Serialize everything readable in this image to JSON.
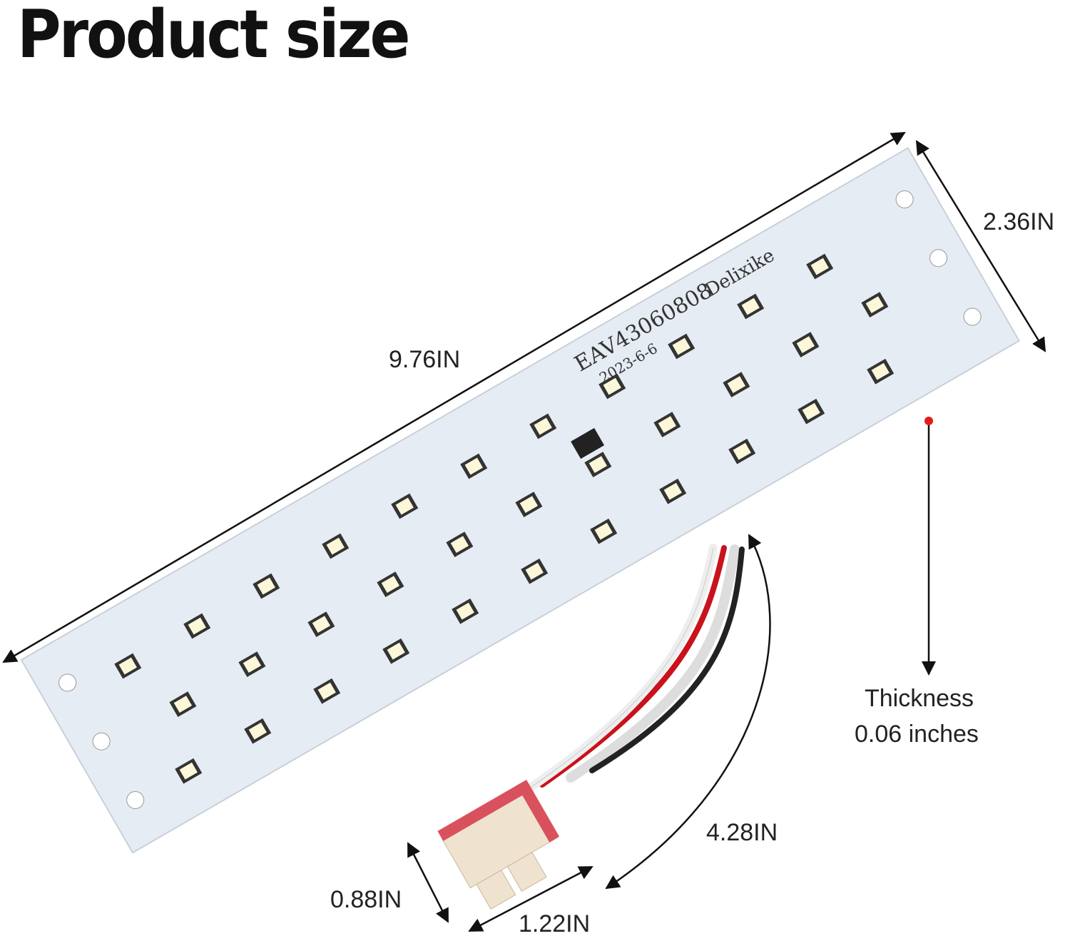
{
  "title": "Product size",
  "dimensions": {
    "length": "9.76IN",
    "width": "2.36IN",
    "thickness_label": "Thickness",
    "thickness_value": "0.06 inches",
    "wire_length": "4.28IN",
    "connector_height": "0.88IN",
    "connector_width": "1.22IN"
  },
  "board": {
    "part_number": "EAV43060808",
    "date": "2023-6-6",
    "brand": "Delixike"
  },
  "colors": {
    "board": "#e6ecf3",
    "arrow": "#111111",
    "thickness_dot": "#e31b1b",
    "connector_latch": "#d9515c",
    "connector_body": "#efe3d0"
  }
}
